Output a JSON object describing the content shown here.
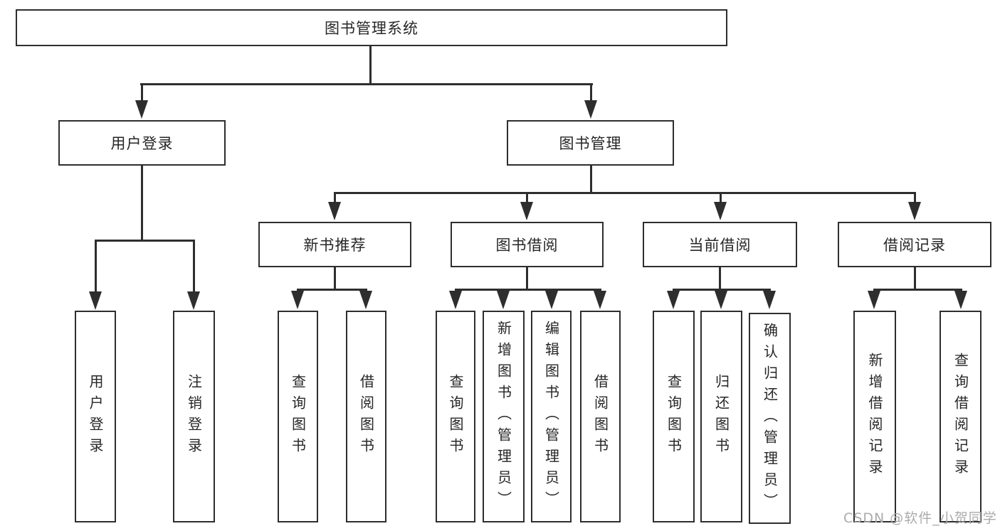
{
  "diagram_title": "图书管理系统",
  "nodes": {
    "root": "图书管理系统",
    "user_login": "用户登录",
    "book_mgmt": "图书管理",
    "new_book_rec": "新书推荐",
    "book_borrow": "图书借阅",
    "current_borrow": "当前借阅",
    "borrow_records": "借阅记录",
    "leaf_user_login": "用户登录",
    "leaf_logout": "注销登录",
    "leaf_query_book_rec": "查询图书",
    "leaf_borrow_book_rec": "借阅图书",
    "leaf_query_book_borrow": "查询图书",
    "leaf_add_book_admin": "新增图书（管理员）",
    "leaf_edit_book_admin": "编辑图书（管理员）",
    "leaf_borrow_book_borrow": "借阅图书",
    "leaf_query_book_current": "查询图书",
    "leaf_return_book": "归还图书",
    "leaf_confirm_return_admin": "确认归还（管理员）",
    "leaf_add_borrow_record": "新增借阅记录",
    "leaf_query_borrow_record": "查询借阅记录"
  },
  "watermark": "CSDN @软件_小贺同学",
  "colors": {
    "line": "#2e2e2e",
    "text": "#262626",
    "watermark": "#ababab",
    "background": "#ffffff"
  }
}
